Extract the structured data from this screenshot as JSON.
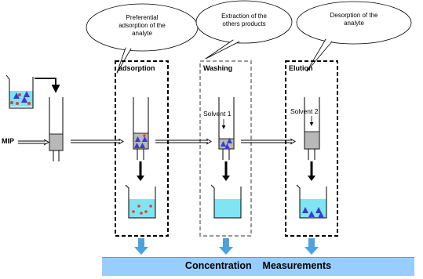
{
  "bubbles": {
    "adsorption": [
      "Preferential",
      "adsorption of the",
      "analyte"
    ],
    "washing": [
      "Extraction of the",
      "others    products"
    ],
    "elution": [
      "Desorption    of the",
      "analyte"
    ]
  },
  "stages": {
    "adsorption": {
      "title": "adsorption"
    },
    "washing": {
      "title": "Washing",
      "solvent": "Solvent    1"
    },
    "elution": {
      "title": "Elution",
      "solvent": "Solvent    2"
    }
  },
  "mip_label": "MIP",
  "banner": {
    "text": "Concentration    Measurements"
  },
  "colors": {
    "liquid": "#80e4f2",
    "analyte_triangle": "#3a3ad6",
    "other_product_dot": "#e63c2c",
    "column_packing": "#b8b8b8",
    "banner": "#99ccff",
    "down_arrow": "#4aa3df",
    "washing_box_border": "#999999"
  }
}
